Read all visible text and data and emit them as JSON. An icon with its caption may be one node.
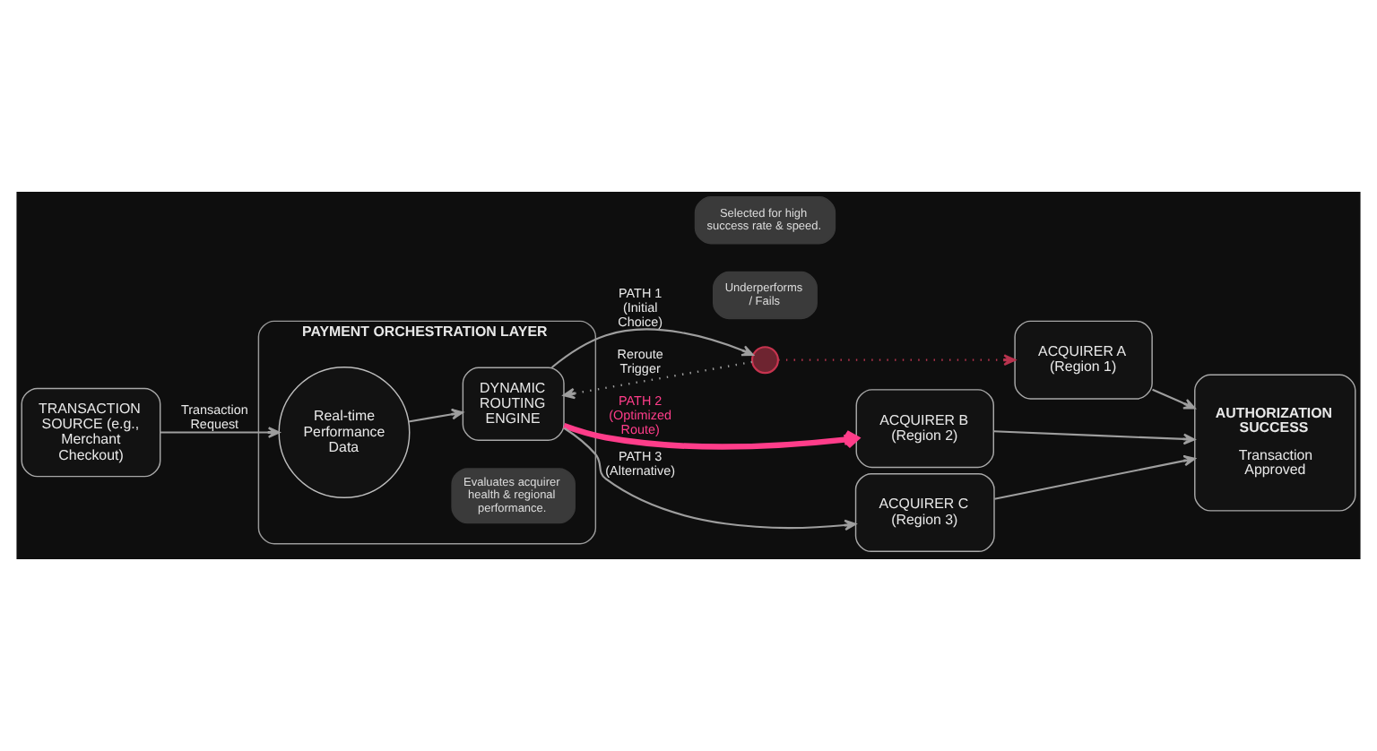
{
  "diagram": {
    "nodes": [
      {
        "text": [
          "TRANSACTION SOURCE (e.g., Merchant Checkout)"
        ]
      },
      {
        "text": [
          "PAYMENT ORCHESTRATION LAYER"
        ]
      },
      {
        "text": [
          "Real-time Performance Data"
        ],
        "in": 1
      },
      {
        "text": [
          "DYNAMIC ROUTING ENGINE"
        ],
        "in": 1
      },
      {
        "text": [
          "Evaluates acquirer health & regional performance."
        ],
        "in": 1
      },
      {
        "text": [
          "Underperforms / Fails"
        ]
      },
      {
        "text": [],
        "shape": "circle"
      },
      {
        "text": [
          "ACQUIRER A (Region 1)"
        ]
      },
      {
        "text": [
          "ACQUIRER B (Region 2)"
        ]
      },
      {
        "text": [
          "Selected for high success rate & speed."
        ]
      },
      {
        "text": [
          "ACQUIRER C (Region 3)"
        ]
      },
      {
        "text": [
          "AUTHORIZATION SUCCESS",
          "Transaction Approved"
        ]
      }
    ],
    "edges": [
      {
        "from": 0,
        "to": 2,
        "arrow": "to",
        "label": "Transaction Request"
      },
      {
        "from": 2,
        "to": 3,
        "arrow": "to"
      },
      {
        "from": 3,
        "to": 6,
        "arrow": "to",
        "label": "PATH 1 (Initial Choice)"
      },
      {
        "from": 6,
        "to": 7,
        "arrow": "to",
        "style": "dashed",
        "color": "#b8334e"
      },
      {
        "from": 6,
        "to": 3,
        "arrow": "to",
        "style": "dashed",
        "label": "Reroute Trigger"
      },
      {
        "from": 3,
        "to": 8,
        "arrow": "to",
        "style": "thick",
        "color": "#ff3d8a",
        "label": "PATH 2 (Optimized Route)"
      },
      {
        "from": 3,
        "to": 10,
        "arrow": "to",
        "label": "PATH 3 (Alternative)"
      },
      {
        "from": 7,
        "to": 11,
        "arrow": "to"
      },
      {
        "from": 8,
        "to": 11,
        "arrow": "to"
      },
      {
        "from": 10,
        "to": 11,
        "arrow": "to"
      }
    ]
  }
}
